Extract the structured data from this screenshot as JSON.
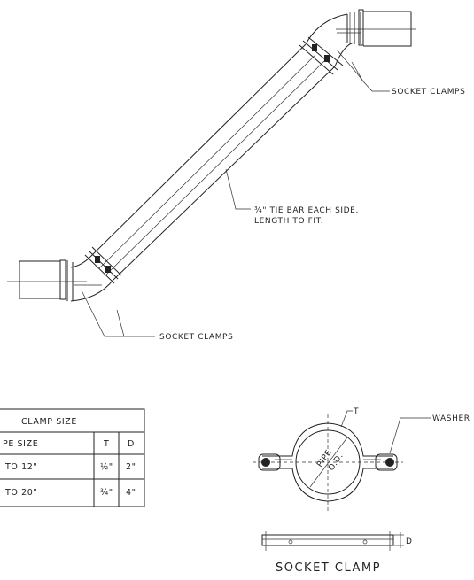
{
  "labels": {
    "socket_clamps_top": "SOCKET CLAMPS",
    "tie_bar_line1": "¾\" TIE BAR EACH SIDE.",
    "tie_bar_line2": "LENGTH TO FIT.",
    "socket_clamps_bottom": "SOCKET CLAMPS",
    "washer": "WASHER",
    "clamp_t": "T",
    "pipe_word": "PIPE",
    "od_word": "O.D.",
    "dim_d": "D",
    "socket_clamp_title": "SOCKET CLAMP"
  },
  "table": {
    "title": "CLAMP SIZE",
    "headers": [
      "PE SIZE",
      "T",
      "D"
    ],
    "rows": [
      [
        "TO 12\"",
        "½\"",
        "2\""
      ],
      [
        "TO 20\"",
        "¾\"",
        "4\""
      ]
    ]
  }
}
